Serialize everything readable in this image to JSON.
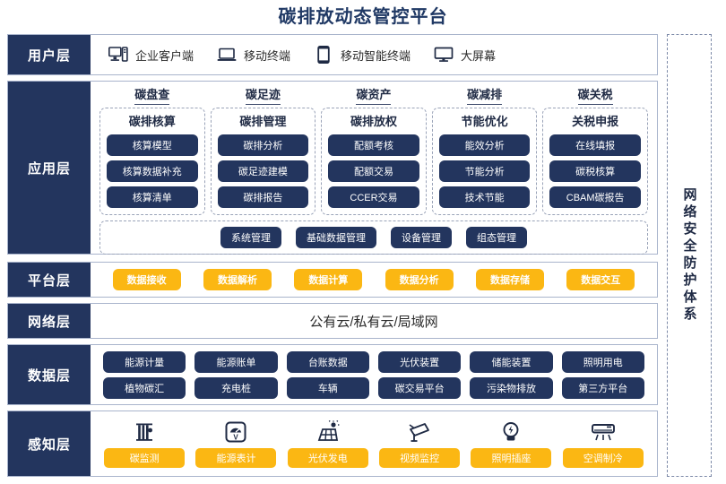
{
  "title": "碳排放动态管控平台",
  "colors": {
    "navy": "#23355e",
    "gold": "#fbb713",
    "title_blue": "#1f3864",
    "border": "#a9b4cc"
  },
  "security_band": {
    "label": "网络安全防护体系"
  },
  "layers": {
    "user": {
      "label": "用户层",
      "items": [
        {
          "icon": "desktop-tower-icon",
          "label": "企业客户端"
        },
        {
          "icon": "laptop-icon",
          "label": "移动终端"
        },
        {
          "icon": "smartphone-icon",
          "label": "移动智能终端"
        },
        {
          "icon": "big-screen-icon",
          "label": "大屏幕"
        }
      ]
    },
    "application": {
      "label": "应用层",
      "columns": [
        {
          "head": "碳盘查",
          "box_title": "碳排核算",
          "items": [
            "核算模型",
            "核算数据补充",
            "核算清单"
          ]
        },
        {
          "head": "碳足迹",
          "box_title": "碳排管理",
          "items": [
            "碳排分析",
            "碳足迹建模",
            "碳排报告"
          ]
        },
        {
          "head": "碳资产",
          "box_title": "碳排放权",
          "items": [
            "配额考核",
            "配额交易",
            "CCER交易"
          ]
        },
        {
          "head": "碳减排",
          "box_title": "节能优化",
          "items": [
            "能效分析",
            "节能分析",
            "技术节能"
          ]
        },
        {
          "head": "碳关税",
          "box_title": "关税申报",
          "items": [
            "在线填报",
            "碳税核算",
            "CBAM碳报告"
          ]
        }
      ],
      "management": [
        "系统管理",
        "基础数据管理",
        "设备管理",
        "组态管理"
      ]
    },
    "platform": {
      "label": "平台层",
      "items": [
        "数据接收",
        "数据解析",
        "数据计算",
        "数据分析",
        "数据存储",
        "数据交互"
      ]
    },
    "network": {
      "label": "网络层",
      "text": "公有云/私有云/局域网"
    },
    "data": {
      "label": "数据层",
      "rows": [
        [
          "能源计量",
          "能源账单",
          "台账数据",
          "光伏装置",
          "储能装置",
          "照明用电"
        ],
        [
          "植物碳汇",
          "充电桩",
          "车辆",
          "碳交易平台",
          "污染物排放",
          "第三方平台"
        ]
      ]
    },
    "sense": {
      "label": "感知层",
      "items": [
        {
          "icon": "smokestack-icon",
          "label": "碳监测"
        },
        {
          "icon": "energy-meter-icon",
          "label": "能源表计"
        },
        {
          "icon": "solar-panel-icon",
          "label": "光伏发电"
        },
        {
          "icon": "cctv-camera-icon",
          "label": "视频监控"
        },
        {
          "icon": "lightbulb-icon",
          "label": "照明插座"
        },
        {
          "icon": "air-conditioner-icon",
          "label": "空调制冷"
        }
      ]
    }
  }
}
